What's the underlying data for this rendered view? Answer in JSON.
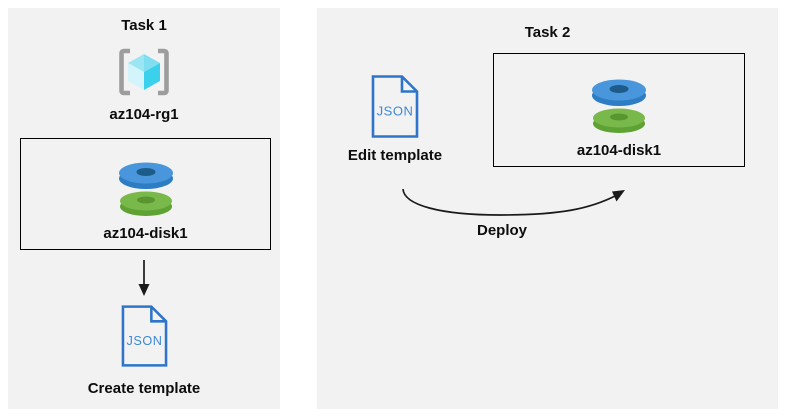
{
  "colors": {
    "panel_background": "#f2f2f2",
    "box_border": "#000000",
    "json_outline_blue": "#2e74c8",
    "json_text_blue": "#3f8ad4",
    "disk_blue_top": "#4a96dc",
    "disk_blue_side": "#2d7dc4",
    "disk_blue_hole": "#1d5b89",
    "disk_green_top": "#79b94c",
    "disk_green_side": "#5da233",
    "disk_green_hole": "#5a9630",
    "bracket_gray": "#9d9d9d",
    "cube_top_left": "#9be6f3",
    "cube_top_right": "#7fdff0",
    "cube_bottom_left": "#d3f4fa",
    "cube_bottom_right": "#3bd1ec",
    "arrow_black": "#1a1a1a"
  },
  "task1": {
    "title": "Task 1",
    "resource_group": {
      "icon": "resource-group-icon",
      "label": "az104-rg1"
    },
    "disk_box": {
      "icon": "managed-disk-icon",
      "label": "az104-disk1"
    },
    "json_file": {
      "icon": "json-file-icon",
      "text": "JSON"
    },
    "caption": "Create template"
  },
  "task2": {
    "title": "Task 2",
    "json_file": {
      "icon": "json-file-icon",
      "text": "JSON"
    },
    "edit_caption": "Edit template",
    "disk_box": {
      "icon": "managed-disk-icon",
      "label": "az104-disk1"
    },
    "deploy_caption": "Deploy"
  }
}
